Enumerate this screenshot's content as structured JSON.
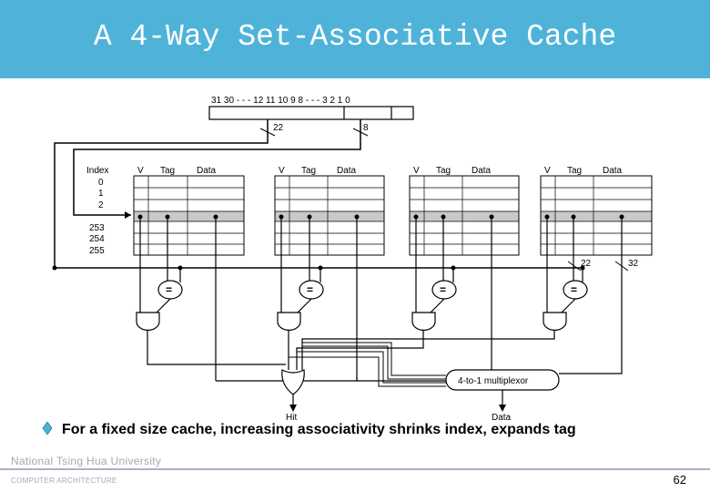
{
  "title": "A 4-Way Set-Associative Cache",
  "address": {
    "bits_label": "31 30 - - - 12 11 10 9 8 - - - 3 2 1 0",
    "tag_width": "22",
    "index_width": "8"
  },
  "cache_table": {
    "index_header": "Index",
    "column_headers": [
      "V",
      "Tag",
      "Data"
    ],
    "index_rows_top": [
      "0",
      "1",
      "2"
    ],
    "index_rows_bottom": [
      "253",
      "254",
      "255"
    ],
    "ways": 4
  },
  "output_widths": {
    "tag": "22",
    "data": "32"
  },
  "multiplexor_label": "4-to-1 multiplexor",
  "hit_label": "Hit",
  "data_label": "Data",
  "comparator_symbol": "=",
  "bullet_text": "For a fixed size cache, increasing associativity shrinks index, expands tag",
  "footer": {
    "university": "National Tsing Hua University",
    "department": "COMPUTER ARCHITECTURE",
    "page_number": "62"
  },
  "colors": {
    "title_bar": "#4fb3d9",
    "title_text": "#ffffff",
    "footer_text": "#a6a6b3"
  }
}
